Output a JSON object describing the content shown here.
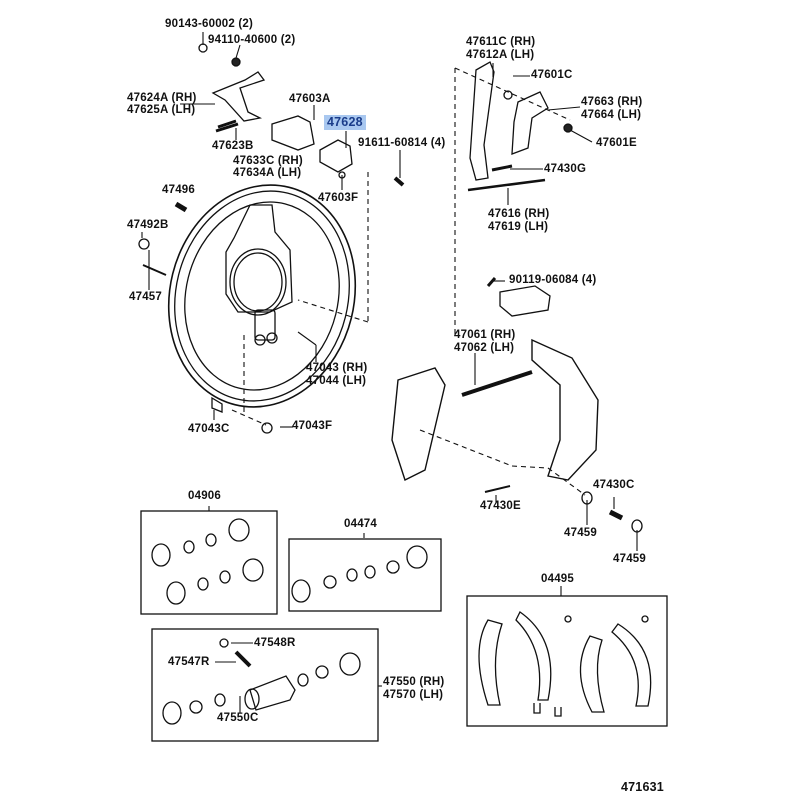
{
  "diagram": {
    "type": "exploded parts diagram",
    "subject": "Rear drum brake assembly",
    "figure_number": "471631",
    "highlighted_part": "47628",
    "highlight_color": "#a9c8f0",
    "labels": {
      "p90143": "90143-60002 (2)",
      "p94110": "94110-40600 (2)",
      "p47624a": "47624A (RH)",
      "p47625a": "47625A (LH)",
      "p47603a": "47603A",
      "p47628": "47628",
      "p91611": "91611-60814 (4)",
      "p47623b": "47623B",
      "p47633c": "47633C (RH)",
      "p47634a": "47634A (LH)",
      "p47603f": "47603F",
      "p47496": "47496",
      "p47492b": "47492B",
      "p47457": "47457",
      "p47043": "47043 (RH)",
      "p47044": "47044 (LH)",
      "p47043c": "47043C",
      "p47043f": "47043F",
      "p47611c": "47611C (RH)",
      "p47612a": "47612A (LH)",
      "p47601c": "47601C",
      "p47663": "47663 (RH)",
      "p47664": "47664 (LH)",
      "p47601e": "47601E",
      "p47430g": "47430G",
      "p47616": "47616 (RH)",
      "p47619": "47619 (LH)",
      "p90119": "90119-06084 (4)",
      "p47061": "47061 (RH)",
      "p47062": "47062 (LH)",
      "p47430e": "47430E",
      "p47430c": "47430C",
      "p47459a": "47459",
      "p47459b": "47459",
      "k04906": "04906",
      "k04474": "04474",
      "k04495": "04495",
      "p47548r": "47548R",
      "p47547r": "47547R",
      "p47550c": "47550C",
      "p47550": "47550 (RH)",
      "p47570": "47570 (LH)"
    }
  }
}
